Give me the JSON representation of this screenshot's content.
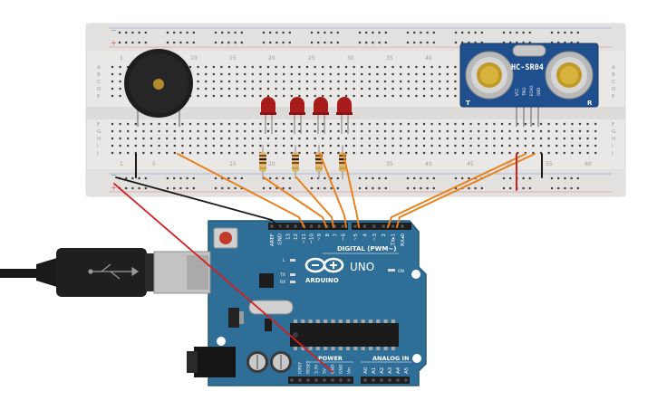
{
  "breadboard": {
    "column_numbers": [
      "1",
      "5",
      "10",
      "15",
      "20",
      "25",
      "30",
      "35",
      "40",
      "45",
      "50",
      "55",
      "60"
    ],
    "row_letters_top": [
      "A",
      "B",
      "C",
      "D",
      "E"
    ],
    "row_letters_bottom": [
      "F",
      "G",
      "H",
      "I",
      "J"
    ],
    "rail_plus": "+",
    "rail_minus": "−"
  },
  "sensor": {
    "model": "HC-SR04",
    "pins": [
      "VCC",
      "TRIG",
      "ECHO",
      "GND"
    ],
    "left_mark": "T",
    "right_mark": "R"
  },
  "arduino": {
    "brand": "ARDUINO",
    "model": "UNO",
    "on_label": "ON",
    "digital_label": "DIGITAL (PWM~)",
    "power_label": "POWER",
    "analog_label": "ANALOG IN",
    "l_label": "L",
    "tx_label": "TX",
    "rx_label": "RX",
    "digital_pins": [
      "AREF",
      "GND",
      "13",
      "12",
      "~11",
      "~10",
      "~9",
      "8",
      "7",
      "~6",
      "~5",
      "4",
      "~3",
      "2",
      "TX▸1",
      "RX◂0"
    ],
    "power_pins": [
      "IOREF",
      "RESET",
      "3.3V",
      "5V",
      "GND",
      "GND",
      "Vin"
    ],
    "analog_pins": [
      "A0",
      "A1",
      "A2",
      "A3",
      "A4",
      "A5"
    ]
  },
  "colors": {
    "board_blue": "#2f6f97",
    "breadboard": "#ecebea",
    "wire_orange": "#e8821e",
    "wire_red": "#d42020",
    "wire_black": "#1a1a1a",
    "led_red": "#a81b1b"
  }
}
